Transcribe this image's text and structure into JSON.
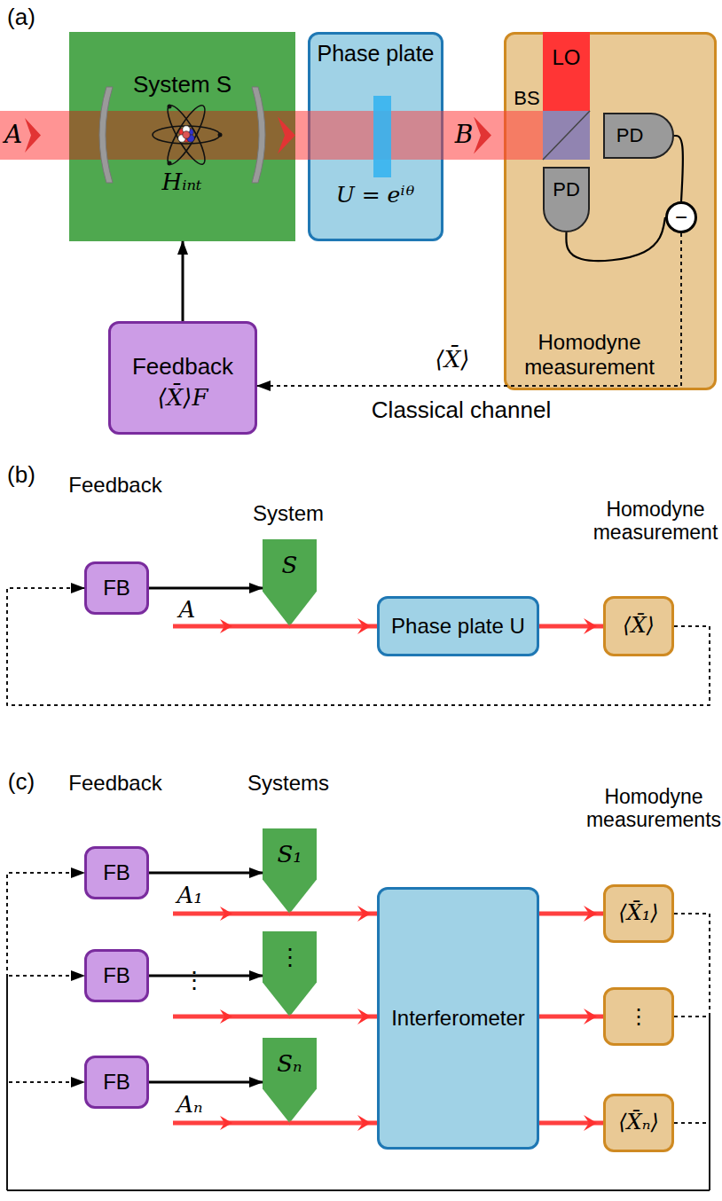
{
  "diagram": {
    "nodes": [
      {
        "text": [
          "System S",
          "Hᵢₙₜ"
        ]
      },
      {
        "text": [
          "Phase plate",
          "U = eⁱᶿ"
        ]
      },
      {
        "text": [
          "Homodyne measurement"
        ]
      },
      {
        "text": [
          "LO"
        ],
        "in": 2
      },
      {
        "text": [
          "PD"
        ],
        "in": 2
      },
      {
        "text": [
          "PD"
        ],
        "in": 2
      },
      {
        "text": [
          "−"
        ],
        "in": 2
      },
      {
        "text": [
          "Feedback",
          "⟨X̄⟩F"
        ]
      },
      {
        "text": [
          "Feedback",
          "FB"
        ]
      },
      {
        "text": [
          "System",
          "S"
        ]
      },
      {
        "text": [
          "Phase plate U"
        ]
      },
      {
        "text": [
          "Homodyne measurement",
          "⟨X̄⟩"
        ]
      },
      {
        "text": [
          "Feedback",
          "FB"
        ]
      },
      {
        "text": [
          "FB"
        ]
      },
      {
        "text": [
          "FB"
        ]
      },
      {
        "text": [
          "Systems",
          "S₁"
        ]
      },
      {
        "text": [
          "⋮"
        ]
      },
      {
        "text": [
          "Sₙ"
        ]
      },
      {
        "text": [
          "Interferometer"
        ]
      },
      {
        "text": [
          "Homodyne measurements",
          "⟨X̄₁⟩"
        ]
      },
      {
        "text": [
          "⋮"
        ]
      },
      {
        "text": [
          "⟨X̄ₙ⟩"
        ]
      }
    ],
    "edges": [
      {
        "from": 7,
        "to": 0,
        "arrow": "to"
      },
      {
        "from": 0,
        "to": 1,
        "arrow": "to"
      },
      {
        "from": 1,
        "to": 2,
        "arrow": "to"
      },
      {
        "from": 4,
        "to": 6,
        "arrow": "none"
      },
      {
        "from": 5,
        "to": 6,
        "arrow": "none"
      },
      {
        "from": 6,
        "to": 7,
        "label": "Classical channel",
        "arrow": "to"
      },
      {
        "from": 8,
        "to": 9,
        "arrow": "to"
      },
      {
        "from": 9,
        "to": 10,
        "arrow": "to"
      },
      {
        "from": 10,
        "to": 11,
        "arrow": "to"
      },
      {
        "from": 11,
        "to": 8,
        "arrow": "to"
      },
      {
        "from": 12,
        "to": 15,
        "arrow": "to"
      },
      {
        "from": 13,
        "to": 16,
        "arrow": "to"
      },
      {
        "from": 14,
        "to": 17,
        "arrow": "to"
      },
      {
        "from": 15,
        "to": 18,
        "arrow": "to"
      },
      {
        "from": 16,
        "to": 18,
        "arrow": "to"
      },
      {
        "from": 17,
        "to": 18,
        "arrow": "to"
      },
      {
        "from": 18,
        "to": 19,
        "arrow": "to"
      },
      {
        "from": 18,
        "to": 20,
        "arrow": "to"
      },
      {
        "from": 18,
        "to": 21,
        "arrow": "to"
      },
      {
        "from": 19,
        "to": 12,
        "arrow": "to"
      },
      {
        "from": 20,
        "to": 13,
        "arrow": "to"
      },
      {
        "from": 21,
        "to": 14,
        "arrow": "to"
      }
    ],
    "labels": [
      "(a)",
      "A",
      "B",
      "BS",
      "⟨X̄⟩",
      "(b)",
      "A",
      "(c)",
      "A₁",
      "⋮",
      "Aₙ"
    ]
  }
}
